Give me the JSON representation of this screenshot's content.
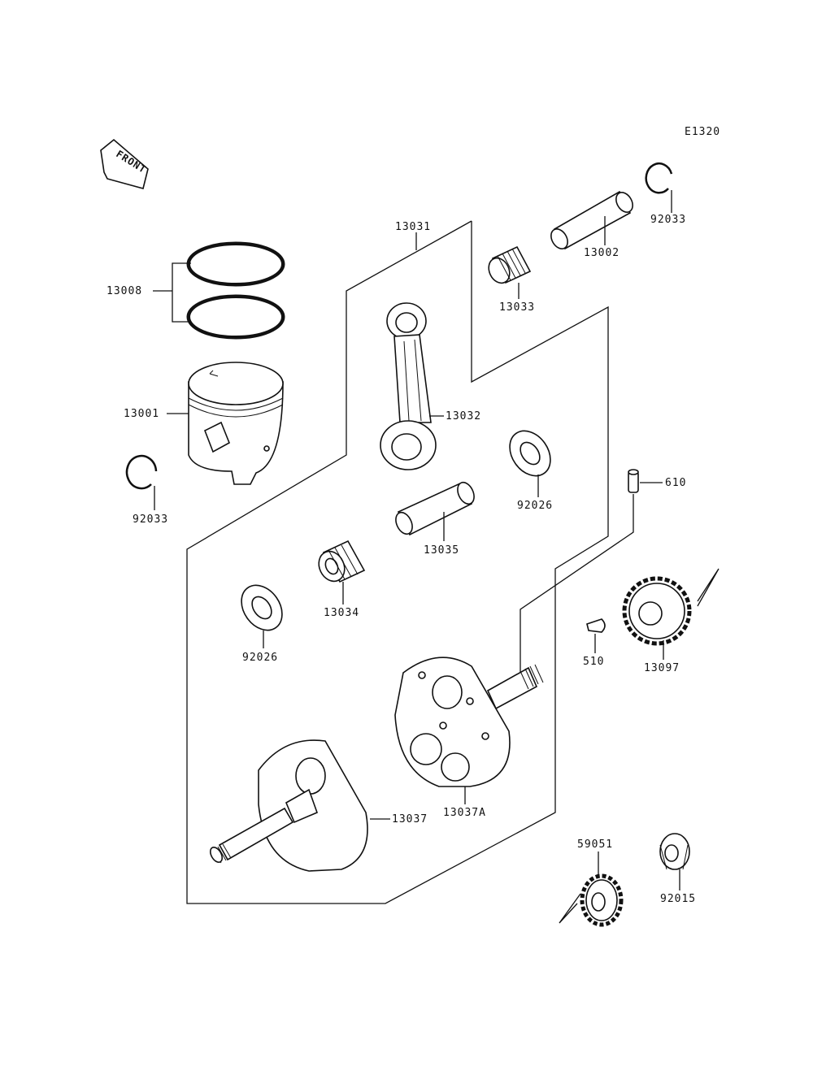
{
  "diagram_code": "E1320",
  "front_label": "FRONT",
  "parts": {
    "p13031": "13031",
    "p13008": "13008",
    "p13001": "13001",
    "p92033_left": "92033",
    "p92033_right": "92033",
    "p13002": "13002",
    "p13033": "13033",
    "p13032": "13032",
    "p92026_right": "92026",
    "p92026_left": "92026",
    "p610": "610",
    "p13035": "13035",
    "p13034": "13034",
    "p510": "510",
    "p13097": "13097",
    "p13037": "13037",
    "p13037A": "13037A",
    "p59051": "59051",
    "p92015": "92015"
  }
}
